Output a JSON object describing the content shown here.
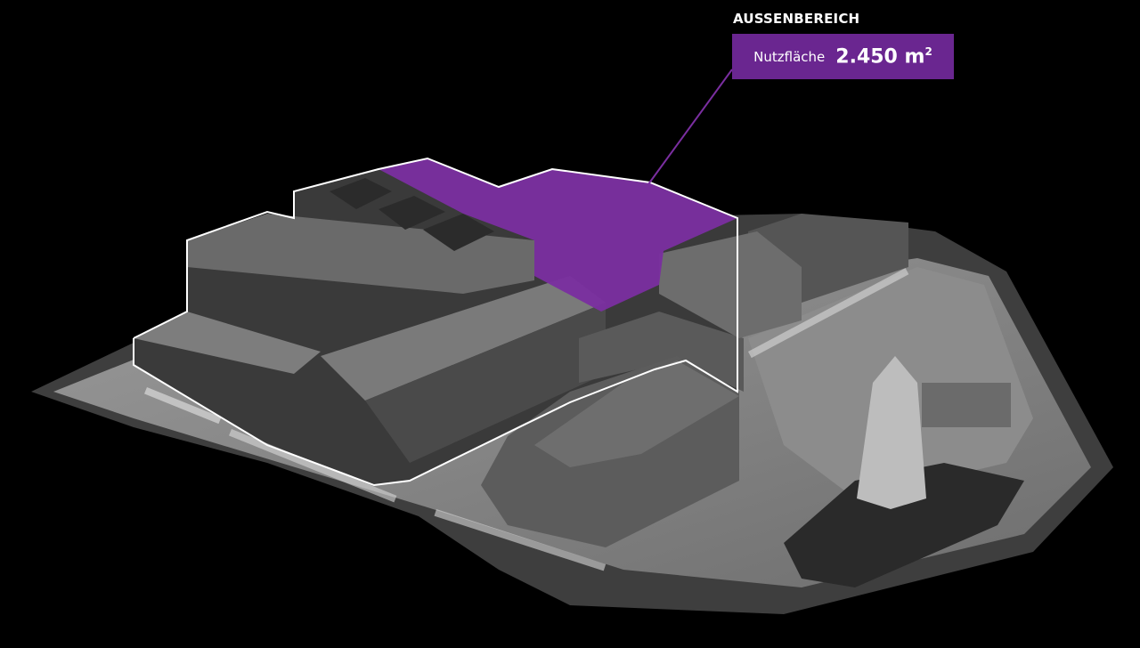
{
  "callout": {
    "title": "AUSSENBEREICH",
    "label": "Nutzfläche",
    "value": "2.450 m",
    "unit_superscript": "2"
  },
  "colors": {
    "highlight": "#7a2ea0",
    "callout_bg": "#6a2690",
    "outline": "#ffffff",
    "background": "#000000"
  }
}
